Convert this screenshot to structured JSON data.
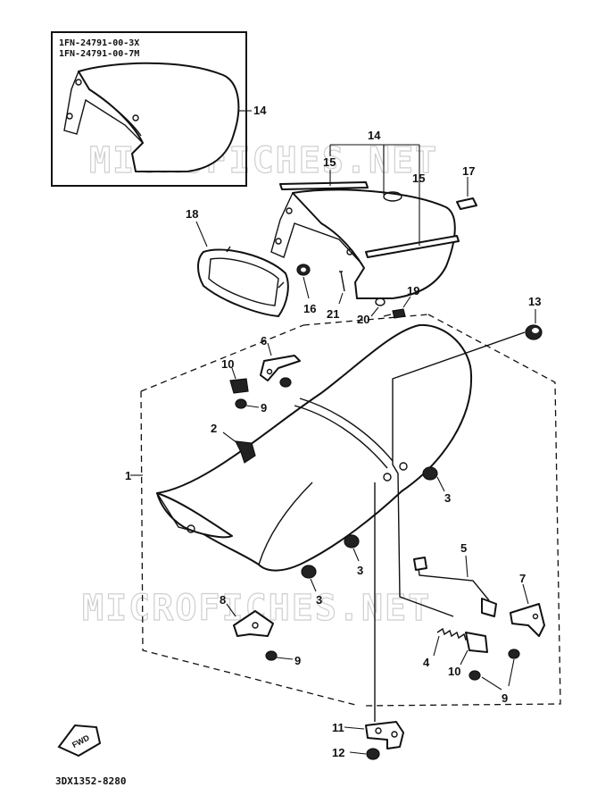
{
  "inset": {
    "part_numbers": [
      "1FN-24791-00-3X",
      "1FN-24791-00-7M"
    ],
    "label": "14"
  },
  "watermarks": [
    "MICROFICHES.NET",
    "MICROFICHES.NET"
  ],
  "callouts": [
    "1",
    "2",
    "3",
    "3",
    "3",
    "3",
    "4",
    "5",
    "6",
    "7",
    "8",
    "9",
    "9",
    "9",
    "9",
    "10",
    "10",
    "11",
    "12",
    "13",
    "14",
    "15",
    "15",
    "16",
    "17",
    "18",
    "19",
    "20",
    "21"
  ],
  "direction_badge": "FWD",
  "diagram_code": "3DX1352-8280"
}
